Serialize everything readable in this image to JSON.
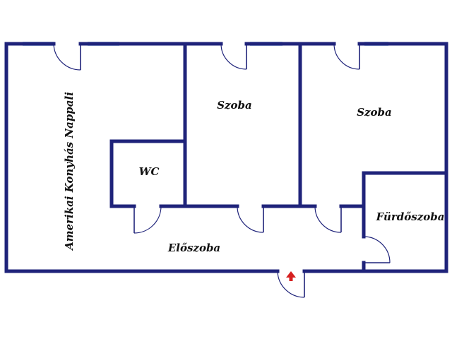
{
  "rooms": {
    "living": "Amerikai Konyhás Nappali",
    "room1": "Szoba",
    "room2": "Szoba",
    "wc": "WC",
    "bathroom": "Fürdőszoba",
    "hall": "Előszoba"
  },
  "colors": {
    "wall": "#1f237a",
    "window": "#a8c6e6",
    "entrance_arrow": "#d62020"
  },
  "icons": {
    "entrance": "entrance-arrow-icon"
  }
}
